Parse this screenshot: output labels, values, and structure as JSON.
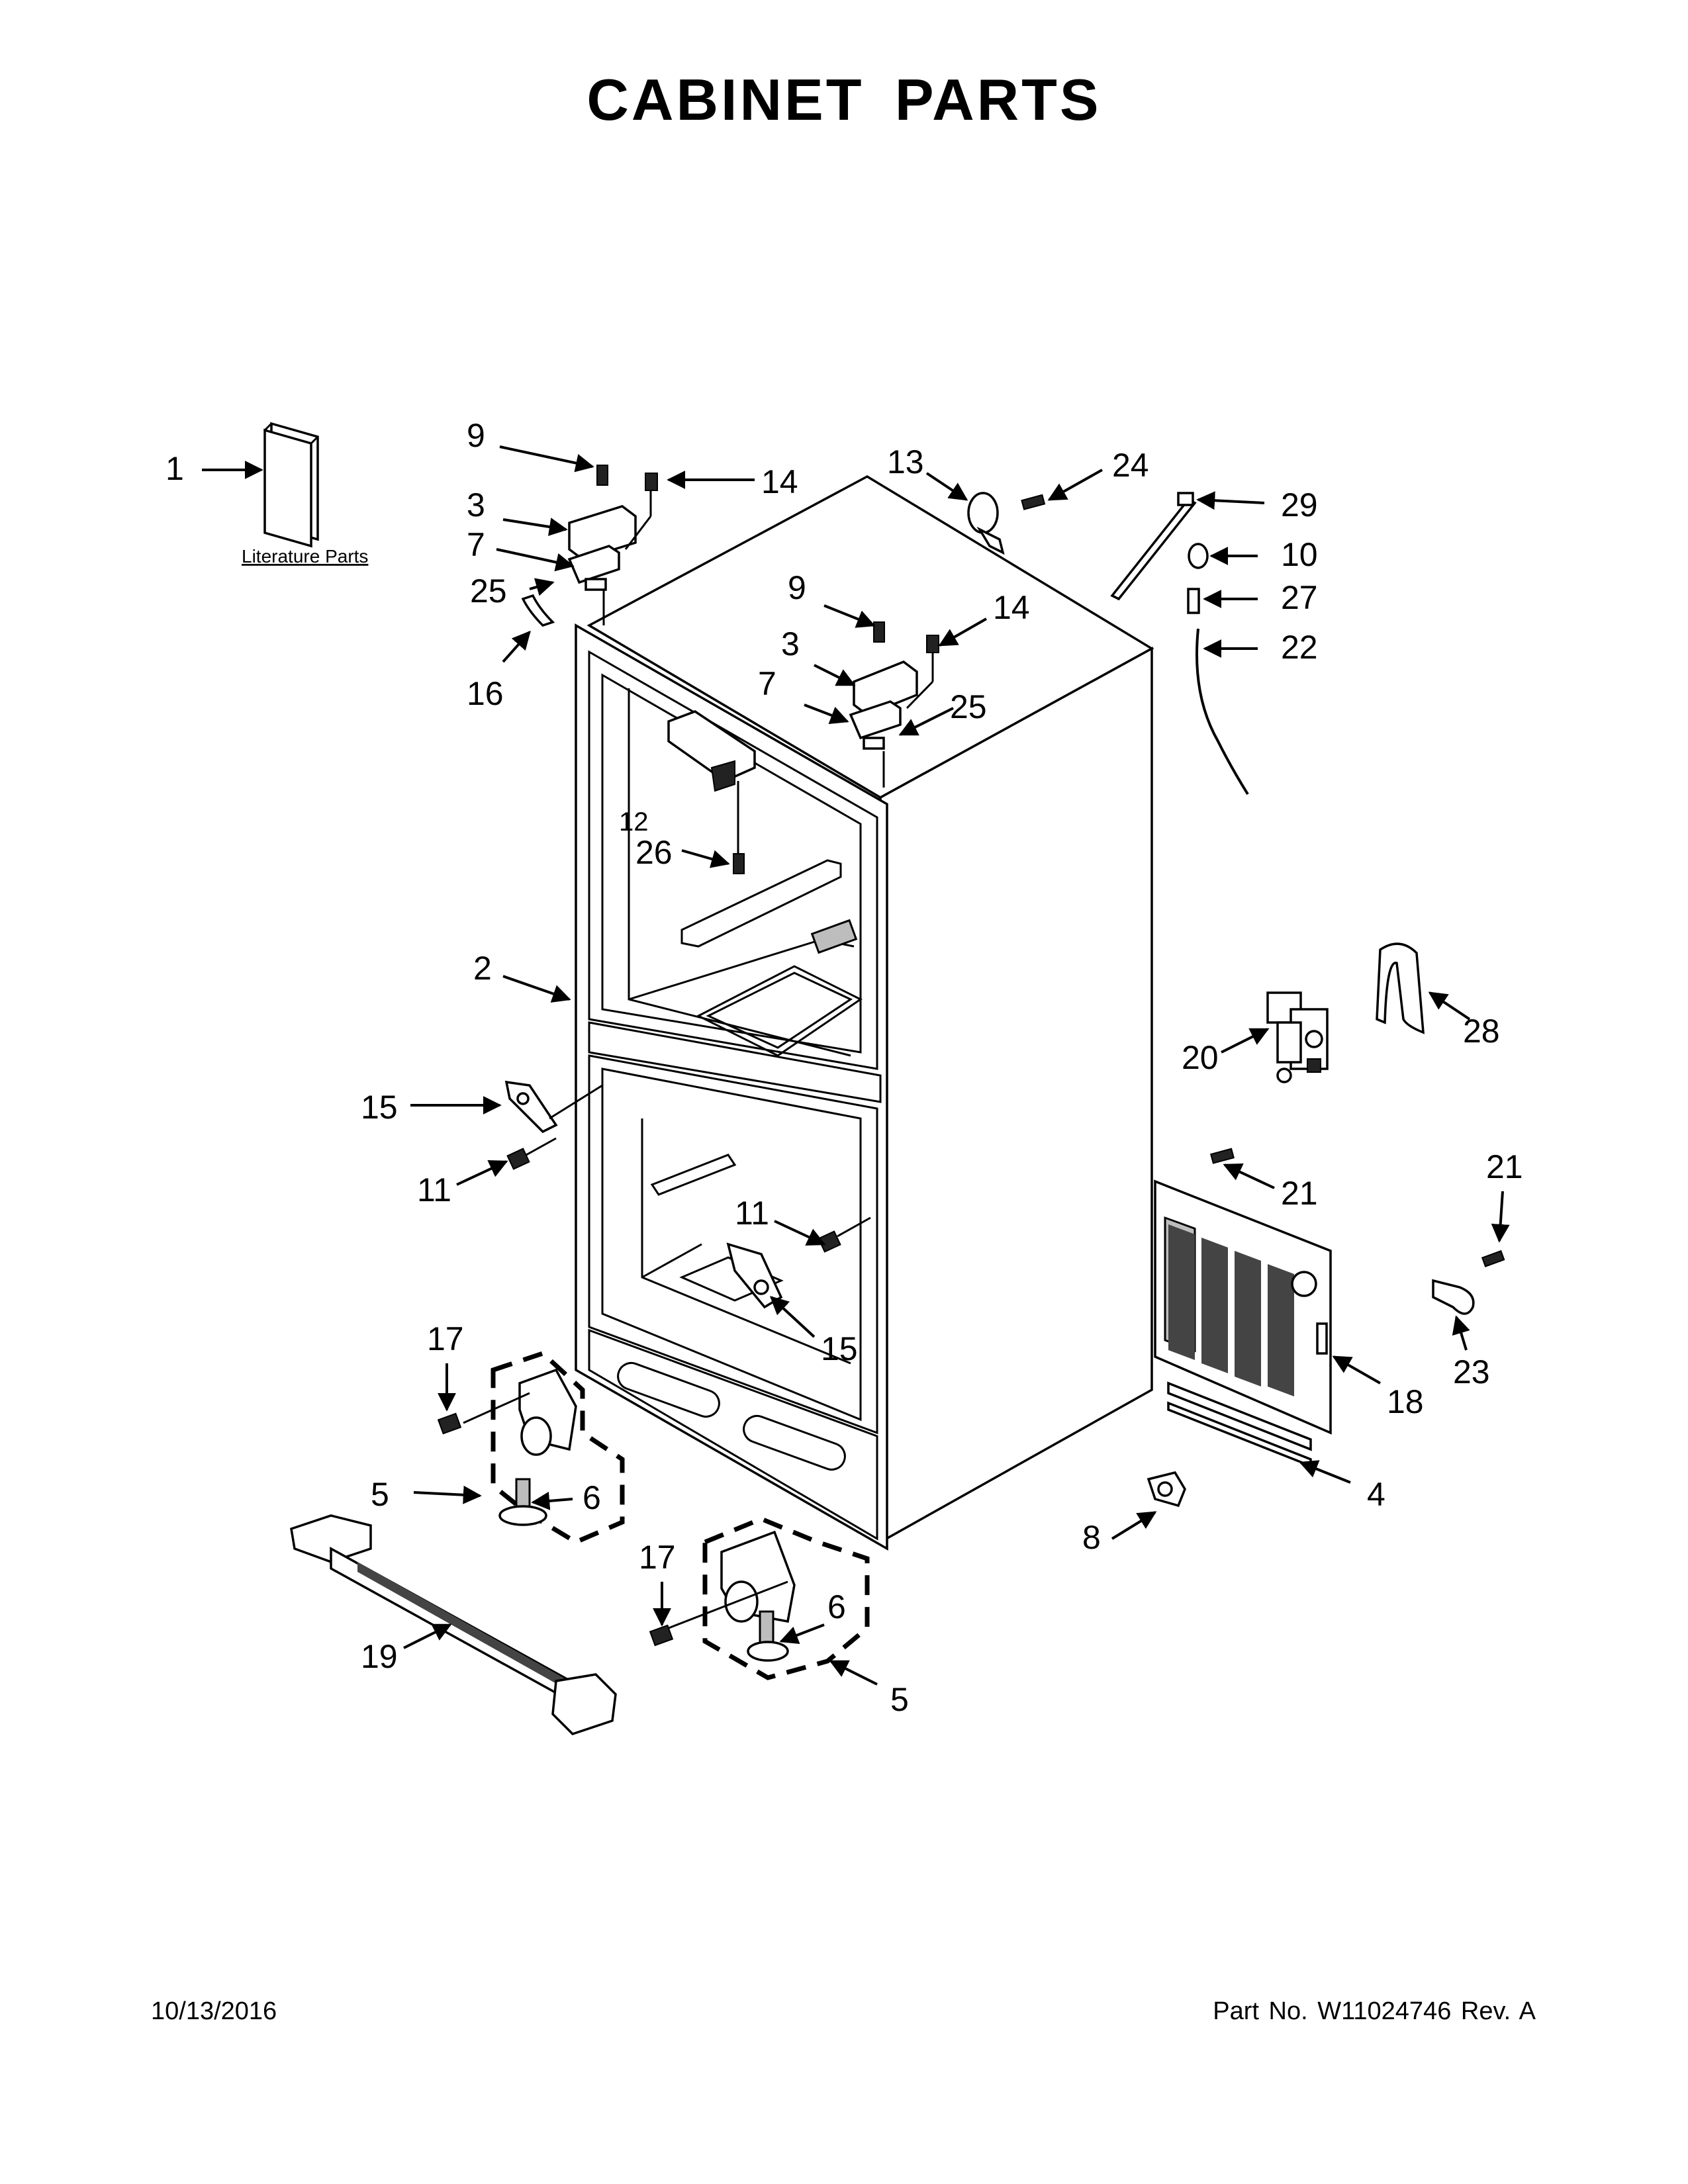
{
  "title": "CABINET PARTS",
  "footer": {
    "date": "10/13/2016",
    "part_no": "Part No.  W11024746  Rev.  A"
  },
  "literature_label": "Literature Parts",
  "callouts": {
    "c1": "1",
    "c2": "2",
    "c3a": "3",
    "c3b": "3",
    "c4": "4",
    "c5a": "5",
    "c5b": "5",
    "c6a": "6",
    "c6b": "6",
    "c7a": "7",
    "c7b": "7",
    "c8": "8",
    "c9a": "9",
    "c9b": "9",
    "c10": "10",
    "c11a": "11",
    "c11b": "11",
    "c12": "12",
    "c13": "13",
    "c14a": "14",
    "c14b": "14",
    "c15a": "15",
    "c15b": "15",
    "c16": "16",
    "c17a": "17",
    "c17b": "17",
    "c18": "18",
    "c19": "19",
    "c20": "20",
    "c21a": "21",
    "c21b": "21",
    "c22": "22",
    "c23": "23",
    "c24": "24",
    "c25a": "25",
    "c25b": "25",
    "c26": "26",
    "c27": "27",
    "c28": "28",
    "c29": "29"
  }
}
